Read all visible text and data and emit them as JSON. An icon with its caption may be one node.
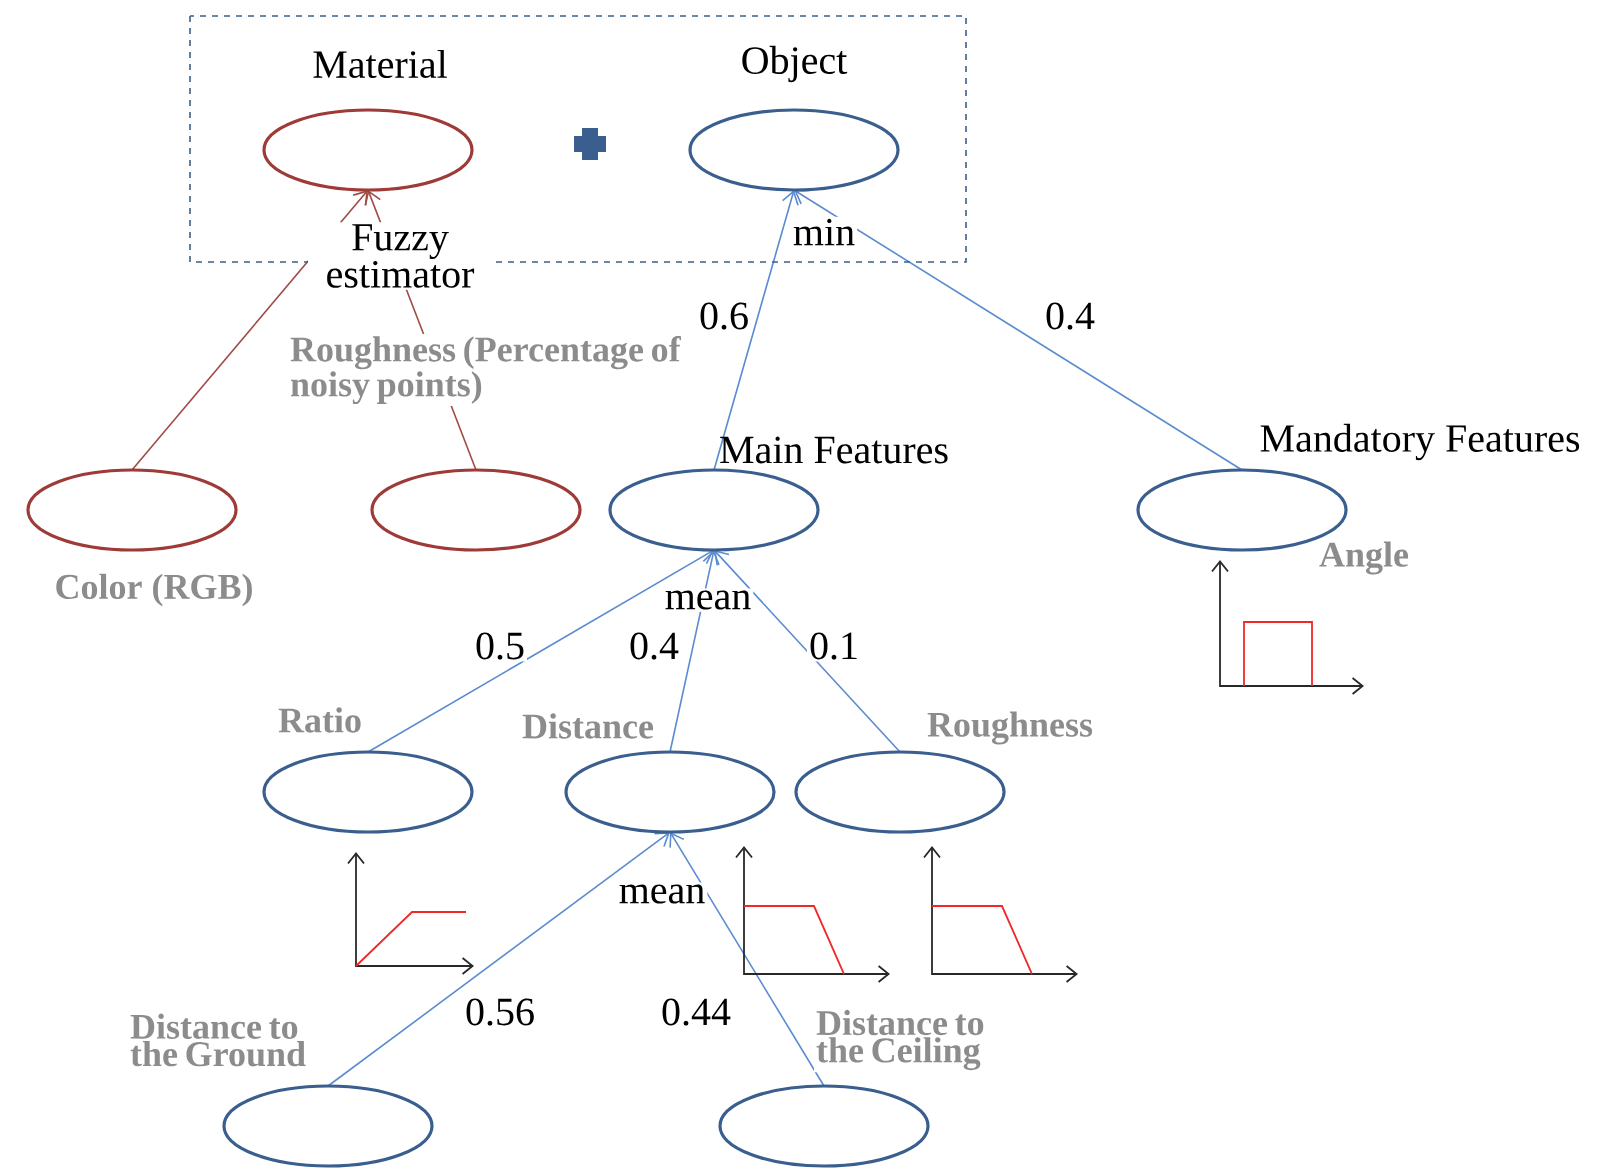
{
  "diagram": {
    "nodes": [
      {
        "text": [],
        "shape": "box"
      },
      {
        "text": [
          "Material"
        ],
        "in": 0,
        "beside": [
          "Fuzzy estimator"
        ]
      },
      {
        "text": [
          "Object"
        ],
        "in": 0,
        "beside": [
          "min"
        ]
      },
      {
        "text": [
          "Color (RGB)"
        ]
      },
      {
        "text": [
          "Roughness (Percentage of noisy points)"
        ]
      },
      {
        "text": [
          "Main Features"
        ],
        "beside": [
          "mean"
        ]
      },
      {
        "text": [
          "Mandatory Features",
          "Angle"
        ]
      },
      {
        "text": [
          "Ratio"
        ]
      },
      {
        "text": [
          "Distance"
        ],
        "beside": [
          "mean"
        ]
      },
      {
        "text": [
          "Roughness"
        ]
      },
      {
        "text": [
          "Distance to the Ground"
        ]
      },
      {
        "text": [
          "Distance to the Ceiling"
        ]
      }
    ],
    "edges": [
      {
        "from": 3,
        "to": 1,
        "arrow": "to",
        "color": "#a04b48"
      },
      {
        "from": 4,
        "to": 1,
        "arrow": "to",
        "color": "#a04b48"
      },
      {
        "from": 5,
        "to": 2,
        "arrow": "to",
        "label": "0.6"
      },
      {
        "from": 6,
        "to": 2,
        "arrow": "to",
        "label": "0.4"
      },
      {
        "from": 7,
        "to": 5,
        "arrow": "to",
        "label": "0.5"
      },
      {
        "from": 8,
        "to": 5,
        "arrow": "to",
        "label": "0.4"
      },
      {
        "from": 9,
        "to": 5,
        "arrow": "to",
        "label": "0.1"
      },
      {
        "from": 10,
        "to": 8,
        "arrow": "to",
        "label": "0.56"
      },
      {
        "from": 11,
        "to": 8,
        "arrow": "to",
        "label": "0.44"
      }
    ]
  }
}
